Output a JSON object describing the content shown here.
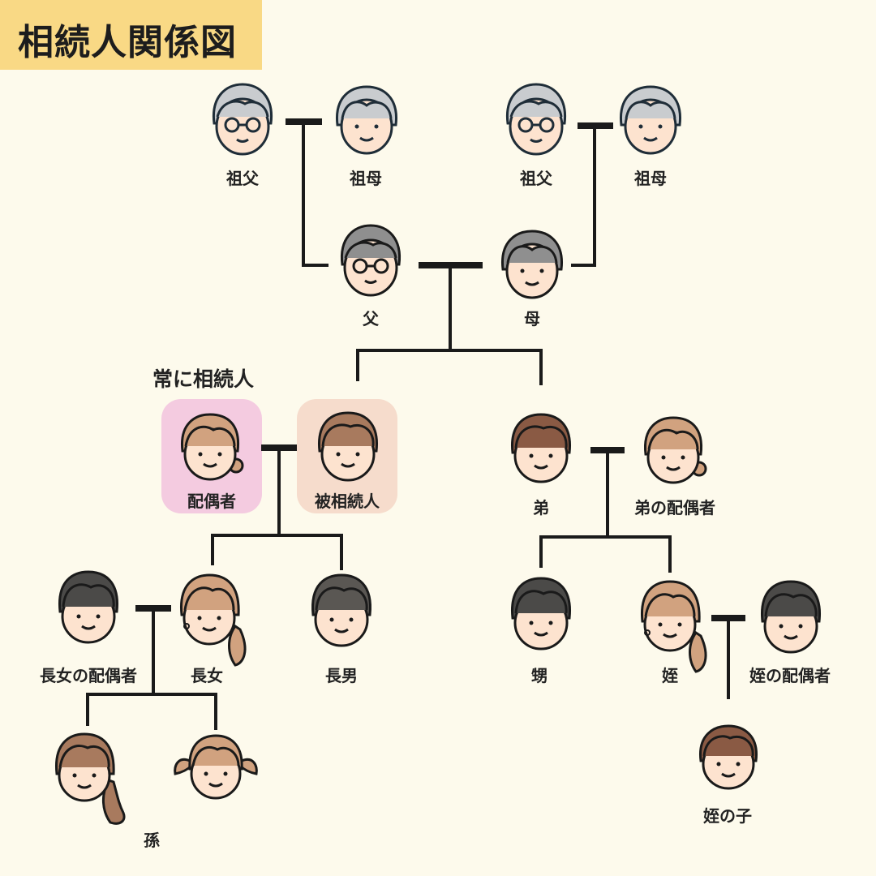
{
  "title": "相続人関係図",
  "note": "常に相続人",
  "labels": {
    "grandfather_paternal": "祖父",
    "grandmother_paternal": "祖母",
    "grandfather_maternal": "祖父",
    "grandmother_maternal": "祖母",
    "father": "父",
    "mother": "母",
    "spouse": "配偶者",
    "decedent": "被相続人",
    "younger_brother": "弟",
    "younger_brother_spouse": "弟の配偶者",
    "eldest_daughter_spouse": "長女の配偶者",
    "eldest_daughter": "長女",
    "eldest_son": "長男",
    "nephew": "甥",
    "niece": "姪",
    "niece_spouse": "姪の配偶者",
    "grandchild": "孫",
    "niece_child": "姪の子"
  },
  "colors": {
    "background": "#fdfaec",
    "title_bg": "#f9d985",
    "spouse_highlight": "#f4cbe0",
    "decedent_highlight": "#f6dccc",
    "line": "#1a1a1a",
    "skin": "#fde3cf",
    "hair_gray": "#c9cccf",
    "hair_brown": "#a87a5e",
    "hair_light": "#d1a27f",
    "hair_dark": "#5a5753"
  }
}
